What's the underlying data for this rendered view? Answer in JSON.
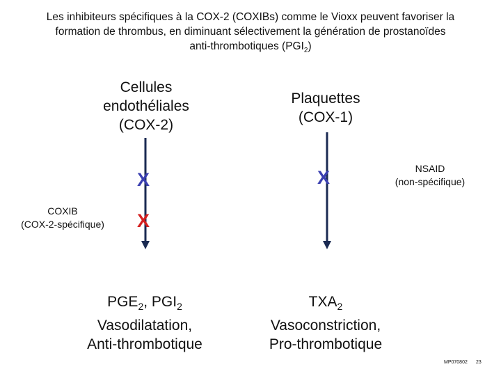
{
  "title": {
    "line1": "Les inhibiteurs spécifiques à la COX-2 (COXIBs) comme le Vioxx peuvent favoriser la",
    "line2": "formation de thrombus, en diminuant sélectivement la génération de prostanoïdes",
    "line3_pre": "anti-thrombotiques (PGI",
    "line3_sub": "2",
    "line3_post": ")"
  },
  "left_top": {
    "line1": "Cellules",
    "line2": "endothéliales",
    "line3": "(COX-2)"
  },
  "right_top": {
    "line1": "Plaquettes",
    "line2": "(COX-1)"
  },
  "nsaid": {
    "line1": "NSAID",
    "line2": "(non-spécifique)"
  },
  "coxib": {
    "line1": "COXIB",
    "line2": "(COX-2-spécifique)"
  },
  "marks": {
    "left_upper": "X",
    "left_lower": "X",
    "right": "X"
  },
  "left_bottom": {
    "pge": "PGE",
    "pge_sub": "2",
    "sep": ", PGI",
    "pgi_sub": "2",
    "line2": "Vasodilatation,",
    "line3": "Anti-thrombotique"
  },
  "right_bottom": {
    "txa": "TXA",
    "txa_sub": "2",
    "line2": "Vasoconstriction,",
    "line3": "Pro-thrombotique"
  },
  "footer": {
    "code": "MP070802",
    "page": "23"
  },
  "colors": {
    "arrow": "#1a2a52",
    "x_blue": "#3a3fb0",
    "x_red": "#d42020"
  }
}
